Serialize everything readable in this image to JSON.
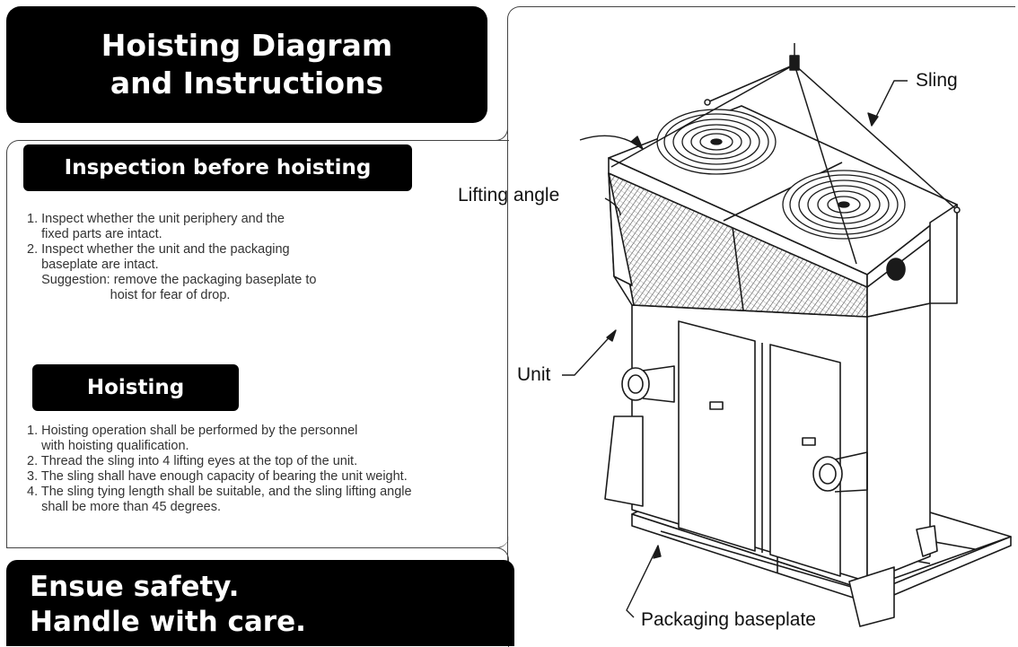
{
  "title": {
    "line1": "Hoisting Diagram",
    "line2": "and Instructions"
  },
  "inspection": {
    "heading": "Inspection before hoisting",
    "lines": [
      "1. Inspect whether the unit periphery and the",
      "    fixed parts are intact.",
      "2. Inspect whether the unit and the packaging",
      "    baseplate are intact.",
      "    Suggestion: remove the packaging baseplate to",
      "                       hoist for fear of drop."
    ]
  },
  "hoisting": {
    "heading": "Hoisting",
    "lines": [
      "1. Hoisting operation shall be performed by the personnel",
      "    with hoisting qualification.",
      "2. Thread the sling into 4 lifting eyes at the top of the unit.",
      "3. The sling shall have enough capacity of bearing the unit weight.",
      "4. The sling tying length shall be suitable, and the sling lifting angle",
      "    shall be more than 45 degrees."
    ]
  },
  "safety": {
    "line1": "Ensue safety.",
    "line2": "Handle with care."
  },
  "diagram": {
    "labels": {
      "sling": "Sling",
      "lifting_angle": "Lifting angle",
      "unit": "Unit",
      "baseplate": "Packaging baseplate"
    }
  }
}
